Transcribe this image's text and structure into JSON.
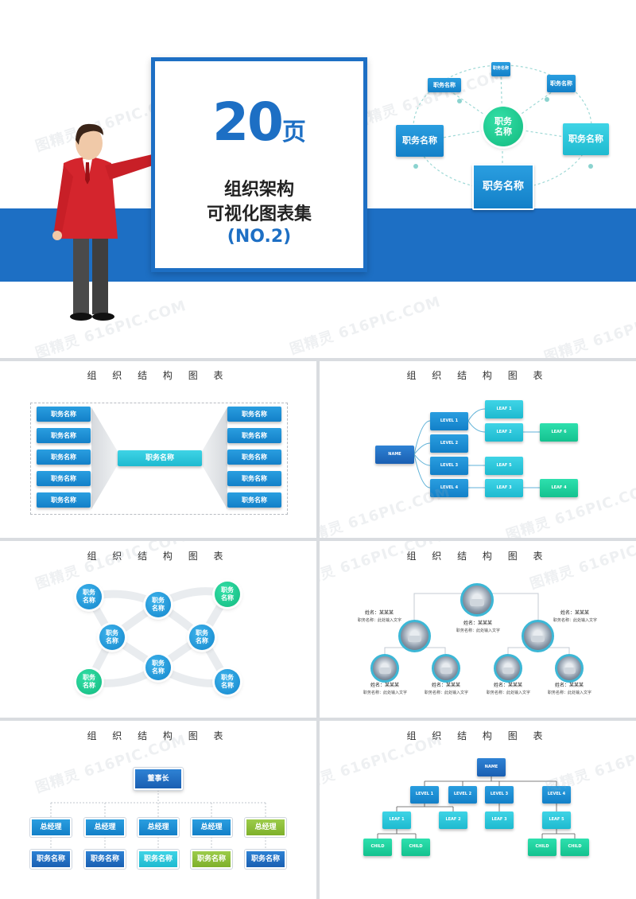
{
  "cover": {
    "big_number": "20",
    "big_unit": "页",
    "title_line1": "组织架构",
    "title_line2": "可视化图表集",
    "subtitle": "(NO.2)",
    "satellite_label": "职务名称",
    "center_label_1": "职务",
    "center_label_2": "名称",
    "large_label": "职务名称"
  },
  "watermark": "图精灵 616PIC.COM",
  "slide_title": "组 织 结 构 图 表",
  "slide2": {
    "label": "职务名称",
    "center": "职务名称"
  },
  "slide3": {
    "root": "NAME",
    "levels": [
      "LEVEL 1",
      "LEVEL 2",
      "LEVEL 3",
      "LEVEL 4"
    ],
    "leaves": [
      "LEAF 1",
      "LEAF 2",
      "LEAF 5",
      "LEAF 3"
    ],
    "leaf_right": [
      "LEAF 6",
      "LEAF 4"
    ]
  },
  "slide4": {
    "line1": "职务",
    "line2": "名称"
  },
  "slide5": {
    "name": "姓名：某某某",
    "role": "职务名称：此处输入文字"
  },
  "slide6": {
    "chairman": "董事长",
    "managers": [
      "总经理",
      "总经理",
      "总经理",
      "总经理",
      "总经理"
    ],
    "roles": [
      "职务名称",
      "职务名称",
      "职务名称",
      "职务名称",
      "职务名称"
    ]
  },
  "slide7": {
    "root": "NAME",
    "levels": [
      "LEVEL 1",
      "LEVEL 2",
      "LEVEL 3",
      "LEVEL 4"
    ],
    "leaves": [
      "LEAF 1",
      "LEAF 2",
      "LEAF 3",
      "LEAF 5"
    ],
    "child": "CHILD"
  },
  "colors": {
    "brand_blue": "#1d6fc4",
    "cyan": "#1ebad0",
    "teal": "#14c28f",
    "olive": "#7eb02a"
  }
}
